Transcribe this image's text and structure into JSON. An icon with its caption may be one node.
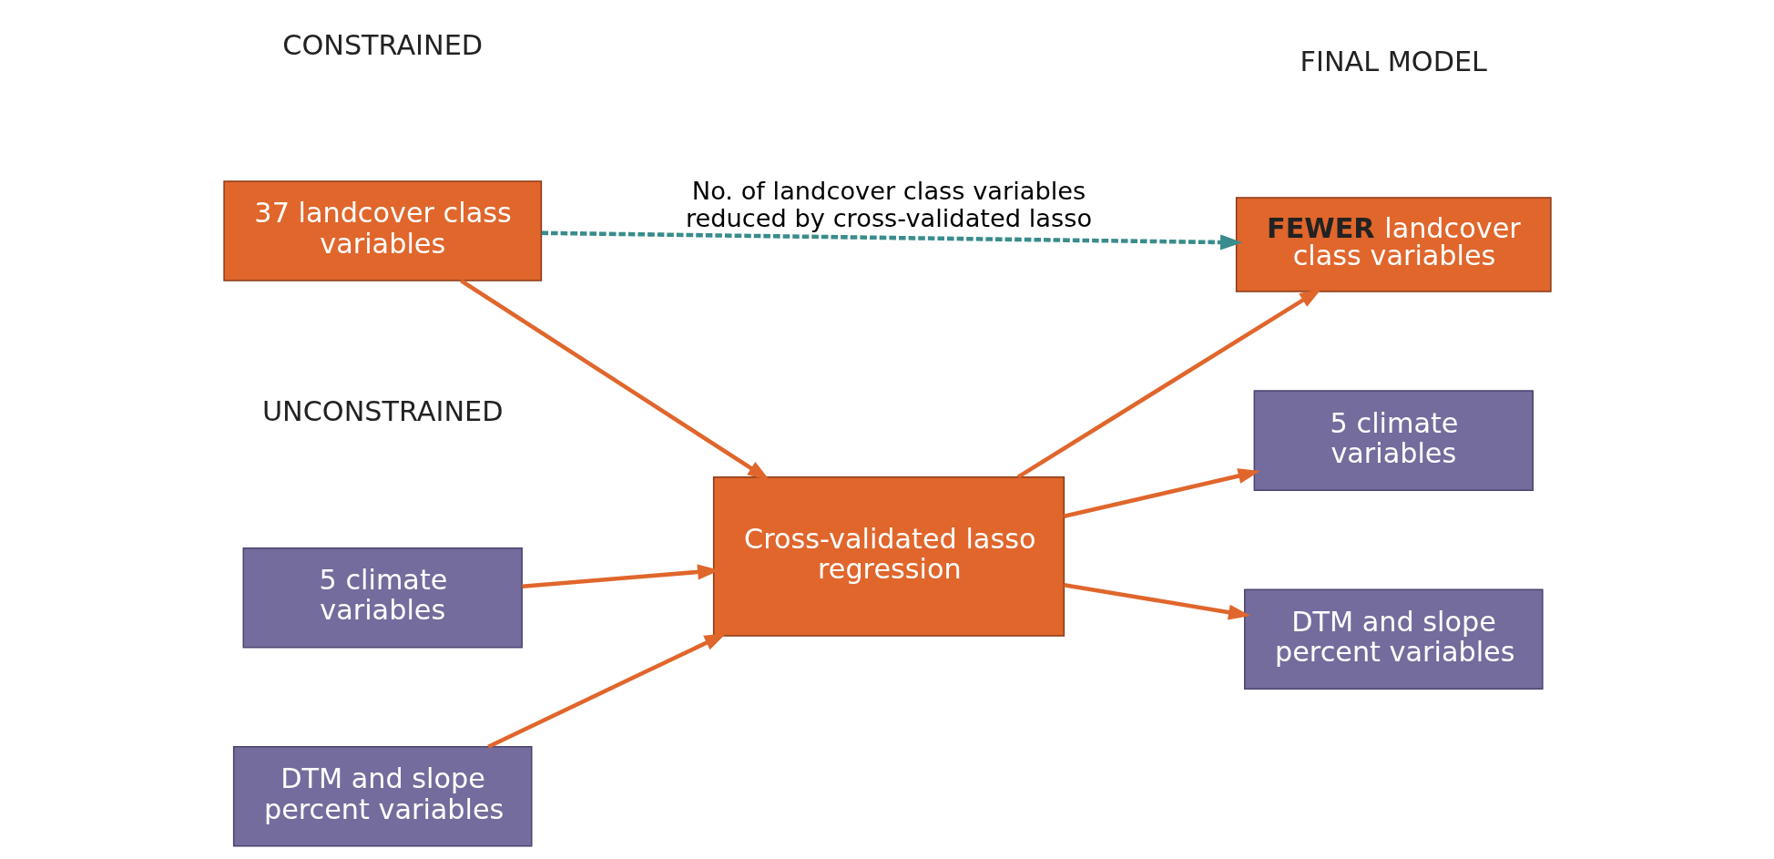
{
  "diagram": {
    "nodes": [
      {
        "text": [
          "37 landcover class variables"
        ]
      },
      {
        "text": [
          "5 climate variables"
        ]
      },
      {
        "text": [
          "DTM and slope percent variables"
        ]
      },
      {
        "text": [
          "Cross-validated lasso regression"
        ]
      },
      {
        "text": [
          "**FEWER** landcover class variables"
        ]
      },
      {
        "text": [
          "5 climate variables"
        ]
      },
      {
        "text": [
          "DTM and slope percent variables"
        ]
      }
    ],
    "edges": [
      {
        "from": 0,
        "to": 4,
        "arrow": "to",
        "label": "No. of landcover class variables reduced by cross-validated lasso",
        "style": "dashed",
        "color": "#3a8c8c"
      },
      {
        "from": 0,
        "to": 3,
        "arrow": "to"
      },
      {
        "from": 1,
        "to": 3,
        "arrow": "to"
      },
      {
        "from": 2,
        "to": 3,
        "arrow": "to"
      },
      {
        "from": 3,
        "to": 4,
        "arrow": "to"
      },
      {
        "from": 3,
        "to": 5,
        "arrow": "to"
      },
      {
        "from": 3,
        "to": 6,
        "arrow": "to"
      }
    ],
    "labels": [
      "CONSTRAINED",
      "FINAL MODEL",
      "UNCONSTRAINED"
    ]
  }
}
